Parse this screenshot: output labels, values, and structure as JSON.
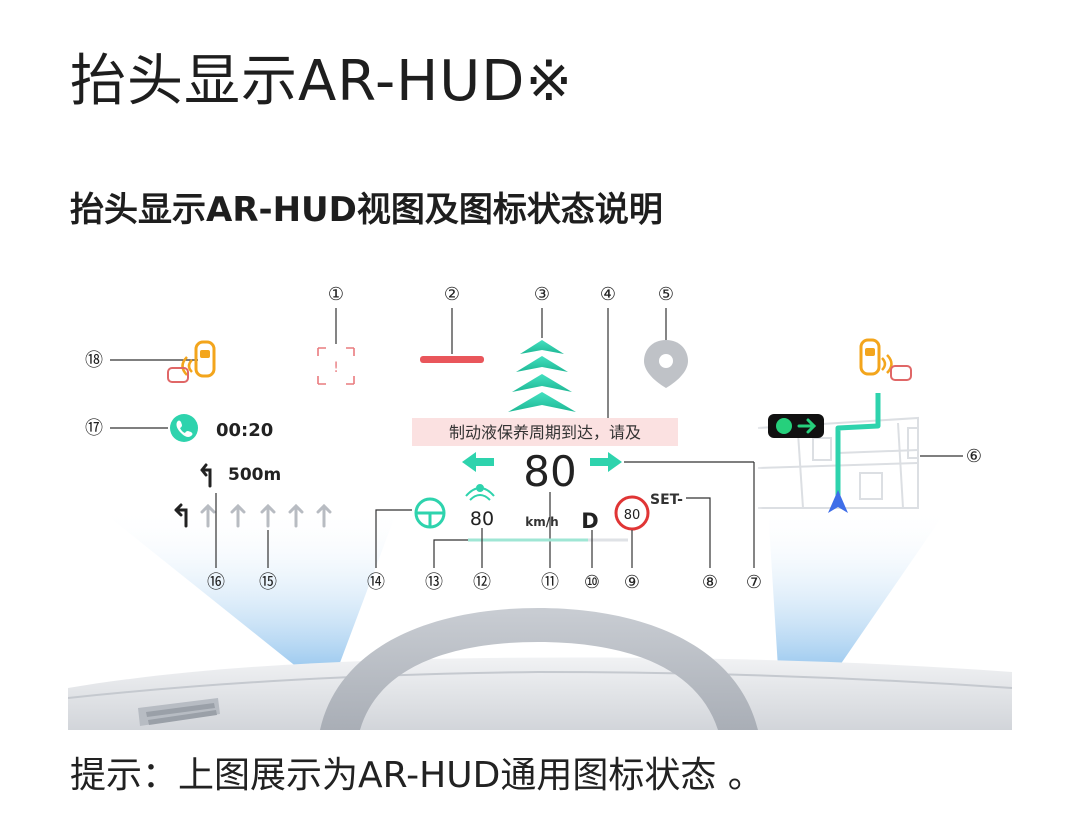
{
  "header": {
    "title": "抬头显示AR-HUD※",
    "subtitle": "抬头显示AR-HUD视图及图标状态说明"
  },
  "hud": {
    "warning_message": "制动液保养周期到达，请及",
    "call_time": "00:20",
    "nav_distance": "500m",
    "speed_main": "80",
    "speed_unit": "km/h",
    "acc_speed": "80",
    "gear": "D",
    "speed_limit": "80",
    "cruise_status": "SET-",
    "traffic_light_icon": "green-light-right-arrow-icon"
  },
  "callouts": [
    "①",
    "②",
    "③",
    "④",
    "⑤",
    "⑥",
    "⑦",
    "⑧",
    "⑨",
    "⑩",
    "⑪",
    "⑫",
    "⑬",
    "⑭",
    "⑮",
    "⑯",
    "⑰",
    "⑱"
  ],
  "colors": {
    "hud_teal": "#2ed3ad",
    "warning_red": "#e9565b",
    "speed_limit_red": "#e03535",
    "car_orange": "#f3a51c",
    "glow_blue": "#8fc4ee"
  },
  "footer": {
    "hint": "提示：上图展示为AR-HUD通用图标状态 。"
  }
}
